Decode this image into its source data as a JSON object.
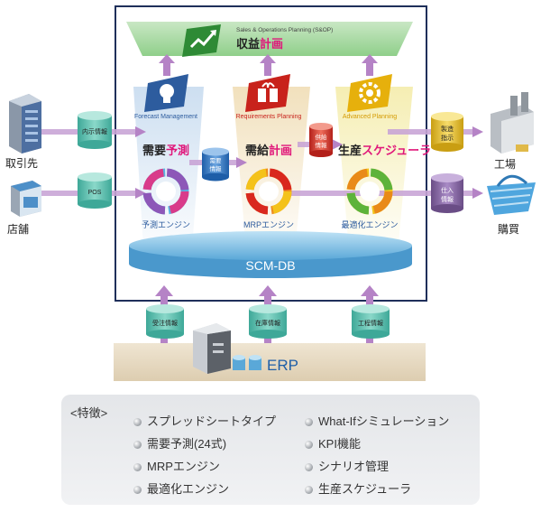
{
  "sop": {
    "english": "Sales & Operations Planning (S&OP)",
    "title_a": "収益",
    "title_b": "計画"
  },
  "modules": [
    {
      "english": "Forecast Management",
      "title_a": "需要",
      "title_b": "予測",
      "engine": "予測エンジン",
      "color": "#3b6fb6"
    },
    {
      "english": "Requirements Planning",
      "title_a": "需給",
      "title_b": "計画",
      "engine": "MRPエンジン",
      "color": "#d9332b"
    },
    {
      "english": "Advanced Planning",
      "title_a": "生産",
      "title_b": "スケジューラ",
      "engine": "最適化エンジン",
      "color": "#e9a10d"
    }
  ],
  "left_nodes": {
    "supplier": "取引先",
    "store": "店舗"
  },
  "right_nodes": {
    "factory": "工場",
    "purchase": "購買"
  },
  "flows": {
    "naiji": "内示情報",
    "pos": "POS",
    "juyo": "需要\n情報",
    "kyokyu": "供給\n情報",
    "seizo": "製造\n指示",
    "shiire": "仕入\n情報",
    "juchu": "受注情報",
    "zaiko": "在庫情報",
    "kotei": "工程情報"
  },
  "db": {
    "label": "SCM-DB"
  },
  "erp": {
    "label": "ERP"
  },
  "features": {
    "heading": "<特徴>",
    "left": [
      "スプレッドシートタイプ",
      "需要予測(24式)",
      "MRPエンジン",
      "最適化エンジン"
    ],
    "right": [
      "What-Ifシミュレーション",
      "KPI機能",
      "シナリオ管理",
      "生産スケジューラ"
    ]
  },
  "colors": {
    "accent_pink": "#e0177a",
    "arrow_purple": "#b583c6",
    "cylinder_teal": "#5dbfae",
    "db_blue": "#5aa8d8",
    "erp_band": "#e8dcc6"
  }
}
